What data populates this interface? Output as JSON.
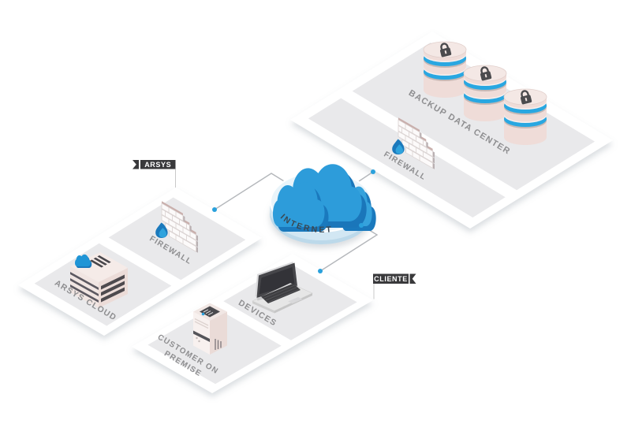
{
  "internet": {
    "label": "INTERNET"
  },
  "backup_zone": {
    "panel_label": "BACKUP DATA CENTER",
    "firewall_label": "FIREWALL",
    "database_count": 3
  },
  "arsys_zone": {
    "badge_label": "ARSYS",
    "firewall_label": "FIREWALL",
    "cloud_panel_label": "ARSYS CLOUD"
  },
  "cliente_zone": {
    "badge_label": "CLIENTE",
    "devices_label": "DEVICES",
    "premise_label_line1": "CUSTOMER ON",
    "premise_label_line2": "PREMISE"
  },
  "colors": {
    "background": "#ffffff",
    "panel_gray": "#e9e9eb",
    "label_gray": "#8e8e90",
    "badge_dark": "#39393b",
    "accent_blue": "#29a3de",
    "dark_blue": "#1b79bc",
    "db_pink": "#efdcd8",
    "connector_gray": "#b4b7bb"
  }
}
